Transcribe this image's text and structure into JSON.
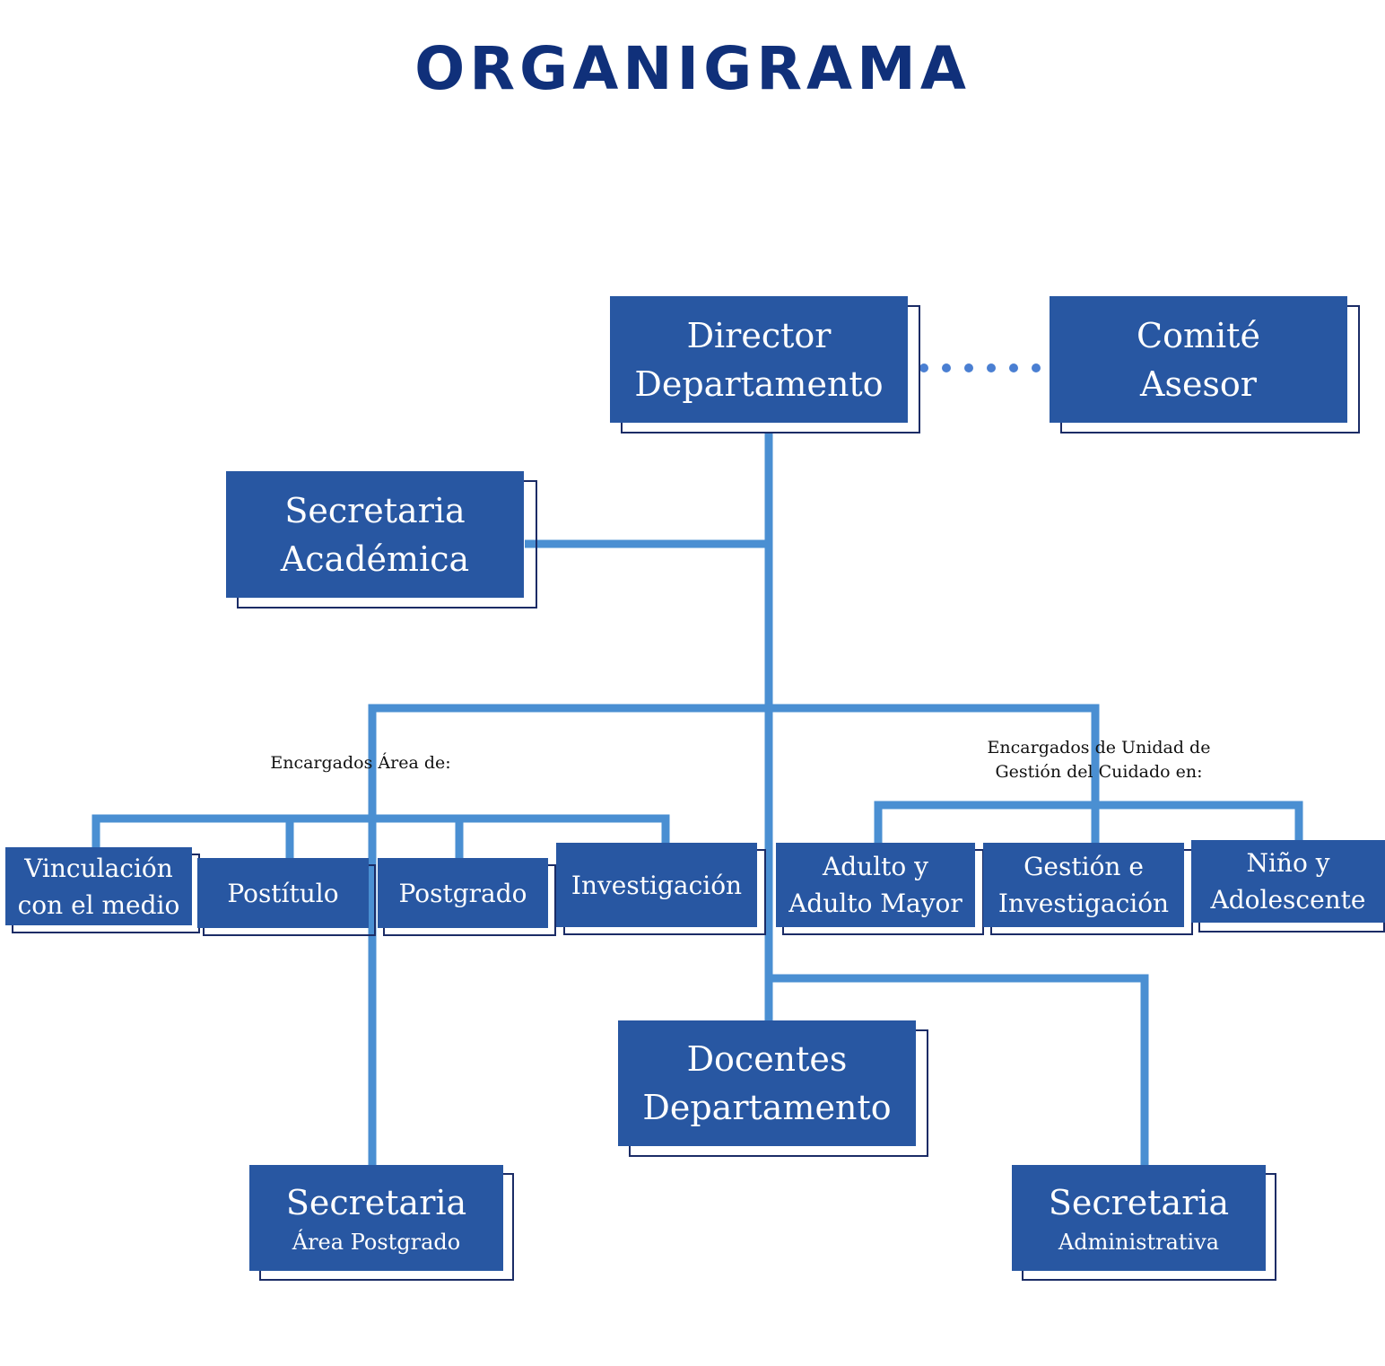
{
  "title": "ORGANIGRAMA",
  "colors": {
    "title": "#10307a",
    "box_fill": "#2857a2",
    "box_outline": "#1b2c66",
    "connector": "#4a8fd2",
    "text_on_box": "#ffffff"
  },
  "nodes": {
    "director": {
      "line1": "Director",
      "line2": "Departamento"
    },
    "comite": {
      "line1": "Comité",
      "line2": "Asesor"
    },
    "secretaria_academica": {
      "line1": "Secretaria",
      "line2": "Académica"
    },
    "vinculacion": {
      "line1": "Vinculación",
      "line2": "con el medio"
    },
    "postitulo": {
      "label": "Postítulo"
    },
    "postgrado": {
      "label": "Postgrado"
    },
    "investigacion": {
      "label": "Investigación"
    },
    "adulto": {
      "line1": "Adulto y",
      "line2": "Adulto Mayor"
    },
    "gestion": {
      "line1": "Gestión e",
      "line2": "Investigación"
    },
    "nino": {
      "line1": "Niño y",
      "line2": "Adolescente"
    },
    "docentes": {
      "line1": "Docentes",
      "line2": "Departamento"
    },
    "secretaria_postgrado": {
      "line1": "Secretaria",
      "line2": "Área Postgrado"
    },
    "secretaria_administrativa": {
      "line1": "Secretaria",
      "line2": "Administrativa"
    }
  },
  "notes": {
    "encargados_area": "Encargados Área de:",
    "encargados_unidad_line1": "Encargados de Unidad de",
    "encargados_unidad_line2": "Gestión del Cuidado en:"
  }
}
